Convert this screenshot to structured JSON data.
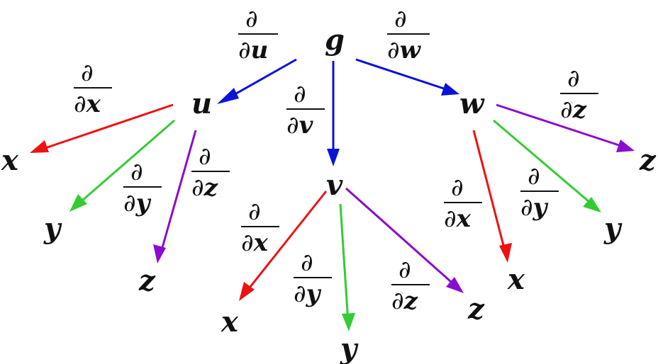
{
  "nodes": {
    "g": "g",
    "u": "u",
    "v": "v",
    "w": "w",
    "u_x": "x",
    "u_y": "y",
    "u_z": "z",
    "v_x": "x",
    "v_y": "y",
    "v_z": "z",
    "w_x": "x",
    "w_y": "y",
    "w_z": "z"
  },
  "labels": {
    "d_du": {
      "num": "∂",
      "partial": "∂",
      "var": "u"
    },
    "d_dv": {
      "num": "∂",
      "partial": "∂",
      "var": "v"
    },
    "d_dw": {
      "num": "∂",
      "partial": "∂",
      "var": "w"
    },
    "u_dx": {
      "num": "∂",
      "partial": "∂",
      "var": "x"
    },
    "u_dy": {
      "num": "∂",
      "partial": "∂",
      "var": "y"
    },
    "u_dz": {
      "num": "∂",
      "partial": "∂",
      "var": "z"
    },
    "v_dx": {
      "num": "∂",
      "partial": "∂",
      "var": "x"
    },
    "v_dy": {
      "num": "∂",
      "partial": "∂",
      "var": "y"
    },
    "v_dz": {
      "num": "∂",
      "partial": "∂",
      "var": "z"
    },
    "w_dx": {
      "num": "∂",
      "partial": "∂",
      "var": "x"
    },
    "w_dy": {
      "num": "∂",
      "partial": "∂",
      "var": "y"
    },
    "w_dz": {
      "num": "∂",
      "partial": "∂",
      "var": "z"
    }
  },
  "colors": {
    "blue": "#0a14d6",
    "red": "#ee1111",
    "green": "#33cc33",
    "purple": "#8a0ccf"
  }
}
